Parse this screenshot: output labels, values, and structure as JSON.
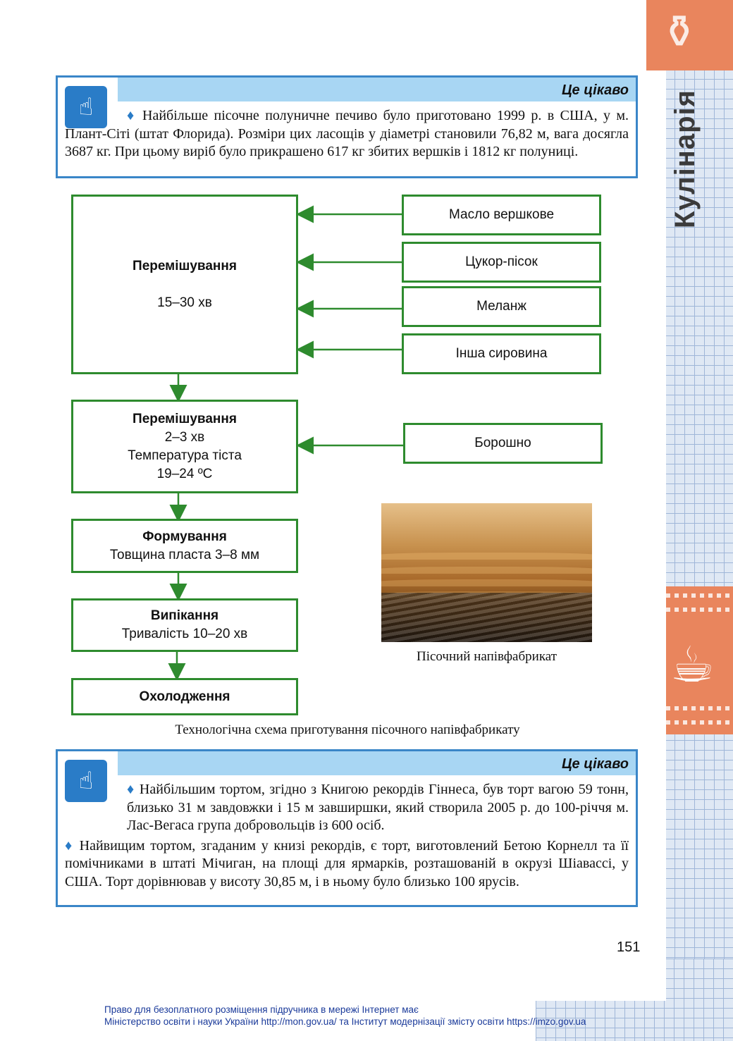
{
  "side_title": "Кулінарія",
  "info_box_1": {
    "header": "Це цікаво",
    "text": "Найбільше пісочне полуничне печиво було приготовано 1999 р. в США, у  м. Плант-Сіті (штат Флорида). Розміри цих ласощів у діаметрі становили 76,82 м, вага досягла 3687 кг. При цьому виріб було прикрашено 617 кг збитих вершків і 1812 кг полуниці."
  },
  "flowchart": {
    "step1": {
      "title": "Перемішування",
      "detail": "15–30 хв"
    },
    "inputs1": [
      "Масло вершкове",
      "Цукор-пісок",
      "Меланж",
      "Інша сировина"
    ],
    "step2": {
      "title": "Перемішування",
      "line1": "2–3 хв",
      "line2": "Температура тіста",
      "line3": "19–24 ºС"
    },
    "input2": "Борошно",
    "step3": {
      "title": "Формування",
      "detail": "Товщина пласта 3–8 мм"
    },
    "step4": {
      "title": "Випікання",
      "detail": "Тривалість 10–20 хв"
    },
    "step5": {
      "title": "Охолодження"
    },
    "caption": "Технологічна схема приготування пісочного напівфабрикату"
  },
  "photo_caption": "Пісочний напівфабрикат",
  "info_box_2": {
    "header": "Це цікаво",
    "para1": "Найбільшим тортом, згідно з Книгою рекордів Гіннеса, був торт вагою 59  тонн, близько 31 м завдовжки і 15 м завширшки, який створила 2005 р. до 100-річчя м. Лас-Вегаса група добровольців із 600 осіб.",
    "para2": "Найвищим тортом, згаданим у книзі рекордів, є торт, виготовлений Бетою Корнелл та її помічниками в штаті Мічиган, на площі для ярмарків, розташованій в окрузі Шіавассі, у США. Торт дорівнював у висоту 30,85 м, і в ньому було близько 100 ярусів."
  },
  "bullet_glyph": "♦",
  "page_number": "151",
  "footer": {
    "line1": "Право для безоплатного розміщення підручника в мережі Інтернет має",
    "line2": "Міністерство освіти і науки України http://mon.gov.ua/ та Інститут модернізації змісту освіти https://imzo.gov.ua"
  },
  "colors": {
    "accent_orange": "#e9855d",
    "box_blue": "#3a86c8",
    "header_blue": "#a8d6f3",
    "flow_green": "#2e8b2e"
  }
}
